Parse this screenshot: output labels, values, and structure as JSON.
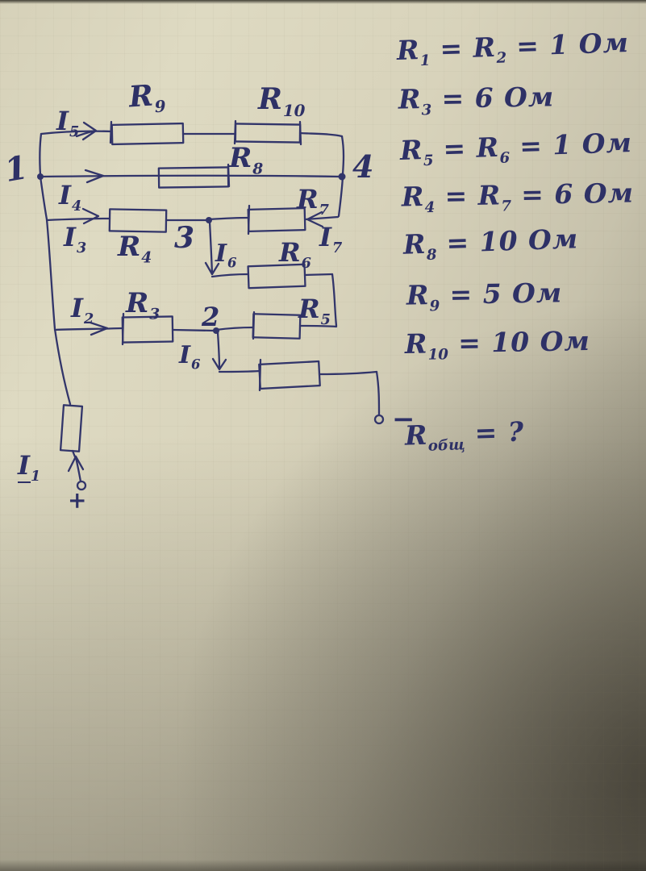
{
  "ink_color": "#32356a",
  "paper_color": "#d8d3bb",
  "circuit": {
    "nodes": {
      "n1": "1",
      "n2": "2",
      "n3": "3",
      "n4": "4"
    },
    "currents": {
      "i1": {
        "base": "I",
        "sub": "1"
      },
      "i2": {
        "base": "I",
        "sub": "2"
      },
      "i3": {
        "base": "I",
        "sub": "3"
      },
      "i4": {
        "base": "I",
        "sub": "4"
      },
      "i5": {
        "base": "I",
        "sub": "5"
      },
      "i6_node3": {
        "base": "I",
        "sub": "6"
      },
      "i6_node2": {
        "base": "I",
        "sub": "6"
      },
      "i7": {
        "base": "I",
        "sub": "7"
      }
    },
    "resistors": {
      "r3": {
        "base": "R",
        "sub": "3"
      },
      "r4": {
        "base": "R",
        "sub": "4"
      },
      "r5": {
        "base": "R",
        "sub": "5"
      },
      "r6": {
        "base": "R",
        "sub": "6"
      },
      "r7": {
        "base": "R",
        "sub": "7"
      },
      "r8": {
        "base": "R",
        "sub": "8"
      },
      "r9": {
        "base": "R",
        "sub": "9"
      },
      "r10": {
        "base": "R",
        "sub": "10"
      }
    },
    "terminals": {
      "plus": "+",
      "minus": "−"
    }
  },
  "equations": [
    {
      "tokens": [
        {
          "t": "R"
        },
        {
          "t": "1",
          "sub": true
        },
        {
          "t": " = "
        },
        {
          "t": "R"
        },
        {
          "t": "2",
          "sub": true
        },
        {
          "t": " = 1 Ом"
        }
      ]
    },
    {
      "tokens": [
        {
          "t": "R"
        },
        {
          "t": "3",
          "sub": true
        },
        {
          "t": " = 6 Ом"
        }
      ]
    },
    {
      "tokens": [
        {
          "t": "R"
        },
        {
          "t": "5",
          "sub": true
        },
        {
          "t": " = "
        },
        {
          "t": "R"
        },
        {
          "t": "6",
          "sub": true
        },
        {
          "t": " = 1 Ом"
        }
      ]
    },
    {
      "tokens": [
        {
          "t": "R"
        },
        {
          "t": "4",
          "sub": true
        },
        {
          "t": " = "
        },
        {
          "t": "R"
        },
        {
          "t": "7",
          "sub": true
        },
        {
          "t": " = 6 Ом"
        }
      ]
    },
    {
      "tokens": [
        {
          "t": "R"
        },
        {
          "t": "8",
          "sub": true
        },
        {
          "t": " = 10 Ом"
        }
      ]
    },
    {
      "tokens": [
        {
          "t": "R"
        },
        {
          "t": "9",
          "sub": true
        },
        {
          "t": " = 5 Ом"
        }
      ]
    },
    {
      "tokens": [
        {
          "t": "R"
        },
        {
          "t": "10",
          "sub": true
        },
        {
          "t": " = 10 Ом"
        }
      ]
    },
    {
      "tokens": [
        {
          "t": "R"
        },
        {
          "t": "общ",
          "sub": true
        },
        {
          "t": " = ?"
        }
      ]
    }
  ]
}
